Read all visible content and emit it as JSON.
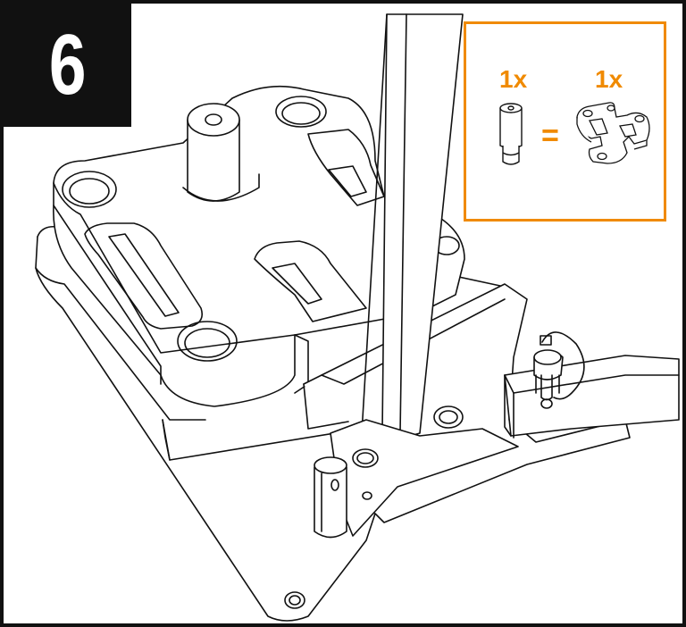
{
  "step": {
    "number": "6"
  },
  "parts": {
    "items": [
      {
        "quantity": "1x",
        "icon": "pin-icon"
      },
      {
        "quantity": "1x",
        "icon": "bracket-plate-icon"
      }
    ],
    "equals_symbol": "=",
    "accent_color": "#f08a00"
  },
  "illustration": {
    "icons": [
      "base-plate",
      "upright-post",
      "side-arm",
      "hitch-pin-clip",
      "pivot-pin"
    ]
  }
}
